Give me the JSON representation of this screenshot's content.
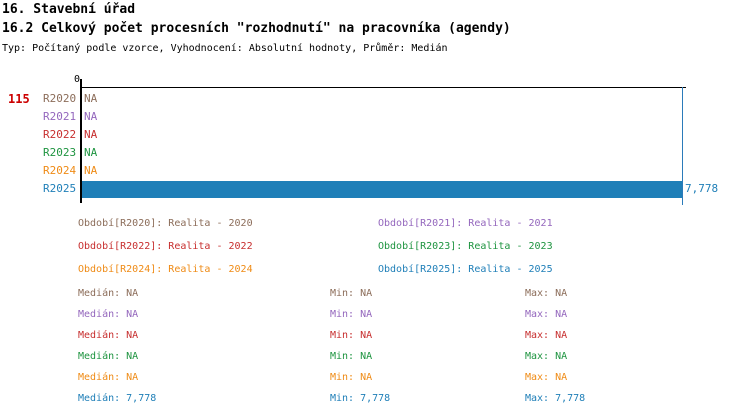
{
  "header": {
    "title_1": "16. Stavební úřad",
    "title_2": "16.2 Celkový počet procesních \"rozhodnutí\" na pracovníka (agendy)",
    "subtitle": "Typ: Počítaný podle vzorce, Vyhodnocení: Absolutní hodnoty, Průměr: Medián"
  },
  "side_count": {
    "label": "115",
    "color": "#cc0000"
  },
  "chart_data": {
    "type": "bar",
    "orientation": "horizontal",
    "title": "16.2 Celkový počet procesních \"rozhodnutí\" na pracovníka (agendy)",
    "xlabel": "",
    "ylabel": "",
    "xlim": [
      0,
      7778
    ],
    "axis_tick_labels": [
      "0"
    ],
    "grid": false,
    "categories": [
      "R2020",
      "R2021",
      "R2022",
      "R2023",
      "R2024",
      "R2025"
    ],
    "values": [
      null,
      null,
      null,
      null,
      null,
      7778
    ],
    "value_labels": [
      "NA",
      "NA",
      "NA",
      "NA",
      "NA",
      "7,778"
    ],
    "colors": [
      "#8c6d5a",
      "#9467bd",
      "#c72f2f",
      "#1e9440",
      "#ef8b16",
      "#1f7fb8"
    ],
    "reference_line": {
      "name": "median-reference-line",
      "value": 7778,
      "color": "#2b7bba"
    }
  },
  "legend": {
    "items": [
      {
        "label": "Období[R2020]: Realita - 2020",
        "color": "#8c6d5a"
      },
      {
        "label": "Období[R2021]: Realita - 2021",
        "color": "#9467bd"
      },
      {
        "label": "Období[R2022]: Realita - 2022",
        "color": "#c72f2f"
      },
      {
        "label": "Období[R2023]: Realita - 2023",
        "color": "#1e9440"
      },
      {
        "label": "Období[R2024]: Realita - 2024",
        "color": "#ef8b16"
      },
      {
        "label": "Období[R2025]: Realita - 2025",
        "color": "#1f7fb8"
      }
    ]
  },
  "stats": {
    "rows": [
      {
        "median": "Medián: NA",
        "min": "Min: NA",
        "max": "Max: NA",
        "color": "#8c6d5a"
      },
      {
        "median": "Medián: NA",
        "min": "Min: NA",
        "max": "Max: NA",
        "color": "#9467bd"
      },
      {
        "median": "Medián: NA",
        "min": "Min: NA",
        "max": "Max: NA",
        "color": "#c72f2f"
      },
      {
        "median": "Medián: NA",
        "min": "Min: NA",
        "max": "Max: NA",
        "color": "#1e9440"
      },
      {
        "median": "Medián: NA",
        "min": "Min: NA",
        "max": "Max: NA",
        "color": "#ef8b16"
      },
      {
        "median": "Medián: 7,778",
        "min": "Min: 7,778",
        "max": "Max: 7,778",
        "color": "#1f7fb8"
      }
    ]
  }
}
